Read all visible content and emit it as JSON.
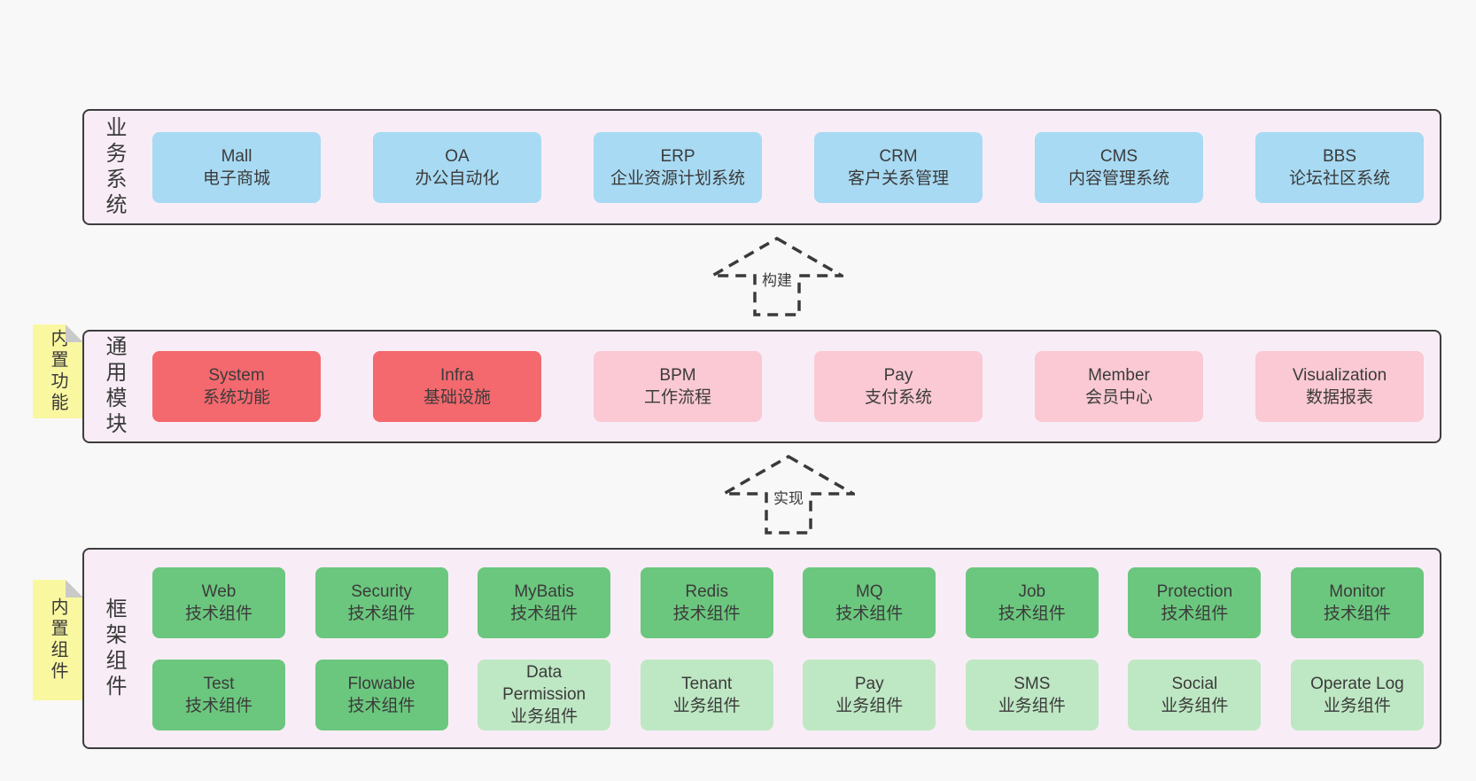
{
  "colors": {
    "page_background": "#f8f8f8",
    "layer_background": "#f8edf6",
    "layer_border": "#3d3d3d",
    "box_blue": "#a8daf3",
    "box_red": "#f4696e",
    "box_pink": "#fac9d3",
    "box_green": "#6bc77e",
    "box_green_light": "#bee7c3",
    "note_yellow": "#faf7a1",
    "note_fold_gray": "#c9c9c9",
    "text": "#3a3a3a"
  },
  "arrows": [
    {
      "label": "构建"
    },
    {
      "label": "实现"
    }
  ],
  "notes": [
    {
      "label": "内置功能"
    },
    {
      "label": "内置组件"
    }
  ],
  "layers": [
    {
      "label": "业务系统",
      "rows": [
        [
          {
            "name": "Mall",
            "subtitle": "电子商城",
            "variant": "blue"
          },
          {
            "name": "OA",
            "subtitle": "办公自动化",
            "variant": "blue"
          },
          {
            "name": "ERP",
            "subtitle": "企业资源计划系统",
            "variant": "blue"
          },
          {
            "name": "CRM",
            "subtitle": "客户关系管理",
            "variant": "blue"
          },
          {
            "name": "CMS",
            "subtitle": "内容管理系统",
            "variant": "blue"
          },
          {
            "name": "BBS",
            "subtitle": "论坛社区系统",
            "variant": "blue"
          }
        ]
      ]
    },
    {
      "label": "通用模块",
      "rows": [
        [
          {
            "name": "System",
            "subtitle": "系统功能",
            "variant": "red"
          },
          {
            "name": "Infra",
            "subtitle": "基础设施",
            "variant": "red"
          },
          {
            "name": "BPM",
            "subtitle": "工作流程",
            "variant": "pink"
          },
          {
            "name": "Pay",
            "subtitle": "支付系统",
            "variant": "pink"
          },
          {
            "name": "Member",
            "subtitle": "会员中心",
            "variant": "pink"
          },
          {
            "name": "Visualization",
            "subtitle": "数据报表",
            "variant": "pink"
          }
        ]
      ]
    },
    {
      "label": "框架组件",
      "rows": [
        [
          {
            "name": "Web",
            "subtitle": "技术组件",
            "variant": "green"
          },
          {
            "name": "Security",
            "subtitle": "技术组件",
            "variant": "green"
          },
          {
            "name": "MyBatis",
            "subtitle": "技术组件",
            "variant": "green"
          },
          {
            "name": "Redis",
            "subtitle": "技术组件",
            "variant": "green"
          },
          {
            "name": "MQ",
            "subtitle": "技术组件",
            "variant": "green"
          },
          {
            "name": "Job",
            "subtitle": "技术组件",
            "variant": "green"
          },
          {
            "name": "Protection",
            "subtitle": "技术组件",
            "variant": "green"
          },
          {
            "name": "Monitor",
            "subtitle": "技术组件",
            "variant": "green"
          }
        ],
        [
          {
            "name": "Test",
            "subtitle": "技术组件",
            "variant": "green"
          },
          {
            "name": "Flowable",
            "subtitle": "技术组件",
            "variant": "green"
          },
          {
            "name": "Data Permission",
            "subtitle": "业务组件",
            "variant": "green-light"
          },
          {
            "name": "Tenant",
            "subtitle": "业务组件",
            "variant": "green-light"
          },
          {
            "name": "Pay",
            "subtitle": "业务组件",
            "variant": "green-light"
          },
          {
            "name": "SMS",
            "subtitle": "业务组件",
            "variant": "green-light"
          },
          {
            "name": "Social",
            "subtitle": "业务组件",
            "variant": "green-light"
          },
          {
            "name": "Operate Log",
            "subtitle": "业务组件",
            "variant": "green-light"
          }
        ]
      ]
    }
  ]
}
